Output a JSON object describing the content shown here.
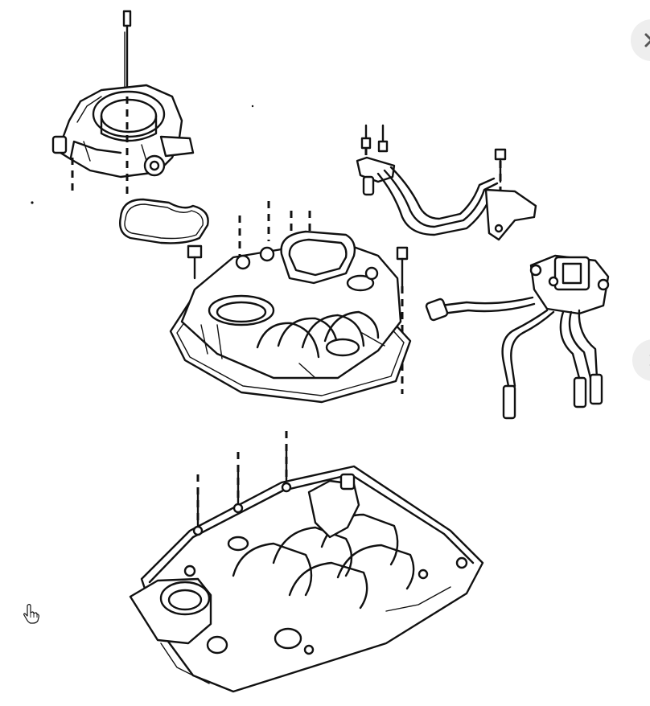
{
  "viewer": {
    "close_icon": "close-icon",
    "next_icon": "chevron-right-icon",
    "cursor_icon": "hand-pointer-icon"
  },
  "diagram": {
    "parts": [
      "throttle-body",
      "throttle-body-gasket",
      "upper-intake-manifold",
      "fuel-rail-pipe",
      "fuel-injector-harness",
      "lower-intake-manifold"
    ]
  }
}
